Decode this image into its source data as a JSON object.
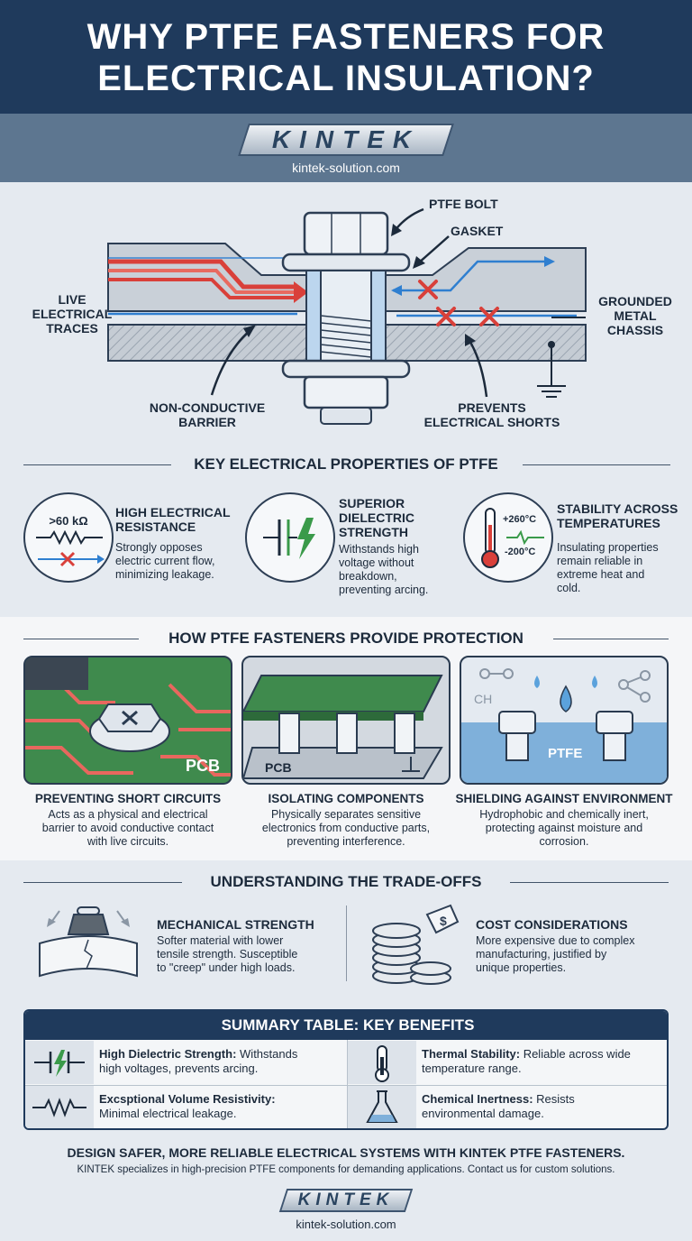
{
  "header": {
    "title_line1": "WHY PTFE FASTENERS FOR",
    "title_line2": "ELECTRICAL INSULATION?"
  },
  "brand": {
    "logo": "KINTEK",
    "site": "kintek-solution.com"
  },
  "diagram": {
    "labels": {
      "ptfe_bolt": "PTFE BOLT",
      "gasket": "GASKET",
      "live_traces": [
        "LIVE",
        "ELECTRICAL",
        "TRACES"
      ],
      "grounded_chassis": [
        "GROUNDED",
        "METAL",
        "CHASSIS"
      ],
      "barrier": [
        "NON-CONDUCTIVE",
        "BARRIER"
      ],
      "prevents": [
        "PREVENTS",
        "ELECTRICAL SHORTS"
      ]
    }
  },
  "properties": {
    "title": "KEY ELECTRICAL PROPERTIES OF PTFE",
    "items": [
      {
        "title": [
          "HIGH ELECTRICAL",
          "RESISTANCE"
        ],
        "desc": [
          "Strongly opposes",
          "electric current flow,",
          "minimizing leakage."
        ],
        "icon": "resistor-icon",
        "icon_text": ">60 kΩ"
      },
      {
        "title": [
          "SUPERIOR",
          "DIELECTRIC",
          "STRENGTH"
        ],
        "desc": [
          "Withstands high",
          "voltage without",
          "breakdown,",
          "preventing arcing."
        ],
        "icon": "capacitor-spark-icon"
      },
      {
        "title": [
          "STABILITY ACROSS",
          "TEMPERATURES"
        ],
        "desc": [
          "Insulating properties",
          "remain reliable in",
          "extreme heat and",
          "cold."
        ],
        "icon": "thermometer-icon",
        "temp_high": "+260°C",
        "temp_low": "-200°C"
      }
    ]
  },
  "protection": {
    "title": "HOW PTFE FASTENERS PROVIDE PROTECTION",
    "items": [
      {
        "title": "PREVENTING SHORT CIRCUITS",
        "desc": [
          "Acts as a physical and electrical",
          "barrier to avoid conductive contact",
          "with live circuits."
        ],
        "image_label": "PCB"
      },
      {
        "title": "ISOLATING COMPONENTS",
        "desc": [
          "Physically separates sensitive",
          "electronics from conductive parts,",
          "preventing interference."
        ],
        "image_label": "PCB"
      },
      {
        "title": "SHIELDING AGAINST ENVIRONMENT",
        "desc": [
          "Hydrophobic and chemically inert,",
          "protecting against moisture and",
          "corrosion."
        ],
        "image_label": "PTFE",
        "chem_label": "CH"
      }
    ]
  },
  "tradeoffs": {
    "title": "UNDERSTANDING THE TRADE-OFFS",
    "items": [
      {
        "title": "MECHANICAL STRENGTH",
        "desc": [
          "Softer material with lower",
          "tensile strength. Susceptible",
          "to \"creep\" under high loads."
        ],
        "icon": "weight-icon"
      },
      {
        "title": "COST CONSIDERATIONS",
        "desc": [
          "More expensive due to complex",
          "manufacturing, justified by",
          "unique properties."
        ],
        "icon": "coins-icon",
        "tag_symbol": "$"
      }
    ]
  },
  "summary": {
    "title": "SUMMARY TABLE: KEY BENEFITS",
    "cells": [
      {
        "bold": "High Dielectric Strength:",
        "text": " Withstands",
        "line2": "high voltages, prevents arcing.",
        "icon": "dielectric-icon"
      },
      {
        "bold": "Thermal Stability:",
        "text": " Reliable across wide",
        "line2": "temperature range.",
        "icon": "thermometer-icon"
      },
      {
        "bold": "Excsptional Volume Resistivity:",
        "text": "",
        "line2": "Minimal electrical leakage.",
        "icon": "resistor-icon"
      },
      {
        "bold": "Chemical Inertness:",
        "text": " Resists",
        "line2": "environmental damage.",
        "icon": "flask-icon"
      }
    ]
  },
  "footer": {
    "title": "DESIGN SAFER, MORE RELIABLE ELECTRICAL SYSTEMS WITH KINTEK PTFE FASTENERS.",
    "sub": "KINTEK specializes in high-precision PTFE components for demanding applications. Contact us for custom solutions.",
    "logo": "KINTEK",
    "site": "kintek-solution.com"
  },
  "colors": {
    "navy": "#1f3a5c",
    "red": "#d9403a",
    "blue": "#2f7fd0",
    "green": "#3a9a4a",
    "pcb_green": "#3f8a4d"
  }
}
